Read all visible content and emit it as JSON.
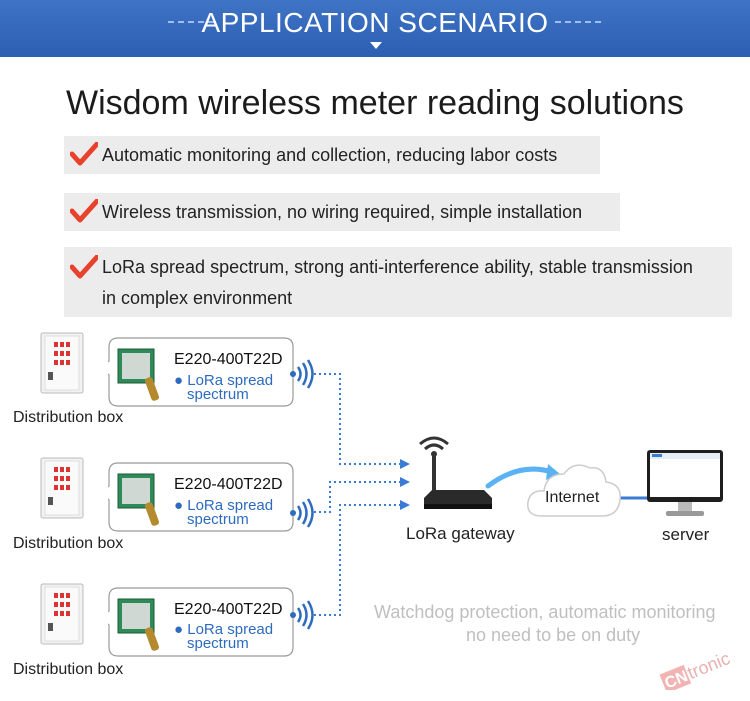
{
  "banner": {
    "title": "APPLICATION SCENARIO"
  },
  "page_title": "Wisdom wireless meter reading solutions",
  "features": [
    {
      "line1": "Automatic monitoring and collection, reducing labor costs",
      "line2": ""
    },
    {
      "line1": "Wireless transmission, no wiring required, simple installation",
      "line2": ""
    },
    {
      "line1": "LoRa spread spectrum, strong anti-interference ability, stable transmission",
      "line2": "in complex environment"
    }
  ],
  "nodes": [
    {
      "box_label": "Distribution box",
      "module": "E220-400T22D",
      "feature_l1": "● LoRa spread",
      "feature_l2": "spectrum"
    },
    {
      "box_label": "Distribution box",
      "module": "E220-400T22D",
      "feature_l1": "● LoRa spread",
      "feature_l2": "spectrum"
    },
    {
      "box_label": "Distribution box",
      "module": "E220-400T22D",
      "feature_l1": "● LoRa spread",
      "feature_l2": "spectrum"
    }
  ],
  "gateway": {
    "label": "LoRa gateway"
  },
  "cloud": {
    "label": "Internet"
  },
  "server": {
    "label": "server"
  },
  "note": {
    "line1": "Watchdog protection, automatic monitoring",
    "line2": "no need to be on duty"
  },
  "watermark": {
    "text": "CNtronic"
  },
  "colors": {
    "banner": "#2f63b8",
    "accent_blue": "#2c6bbf",
    "check": "#e8412c",
    "feature_bg": "#ececec"
  }
}
